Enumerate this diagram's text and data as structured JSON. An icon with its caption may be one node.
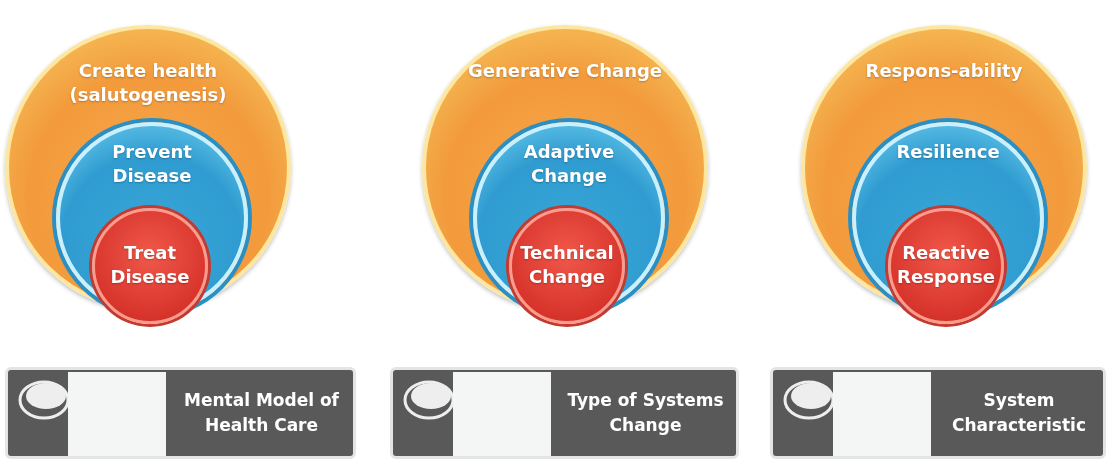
{
  "diagram": {
    "nodes": [
      {
        "text": [
          "Create health (salutogenesis)"
        ]
      },
      {
        "text": [
          "Prevent Disease"
        ],
        "in": 0
      },
      {
        "text": [
          "Treat Disease"
        ],
        "in": 1
      },
      {
        "text": [
          "Mental Model of Health Care"
        ]
      },
      {
        "text": [
          "Generative Change"
        ]
      },
      {
        "text": [
          "Adaptive Change"
        ],
        "in": 4
      },
      {
        "text": [
          "Technical Change"
        ],
        "in": 5
      },
      {
        "text": [
          "Type of Systems Change"
        ]
      },
      {
        "text": [
          "Respons-ability"
        ]
      },
      {
        "text": [
          "Resilience"
        ],
        "in": 8
      },
      {
        "text": [
          "Reactive Response"
        ],
        "in": 9
      },
      {
        "text": [
          "System Characteristic"
        ]
      }
    ]
  }
}
